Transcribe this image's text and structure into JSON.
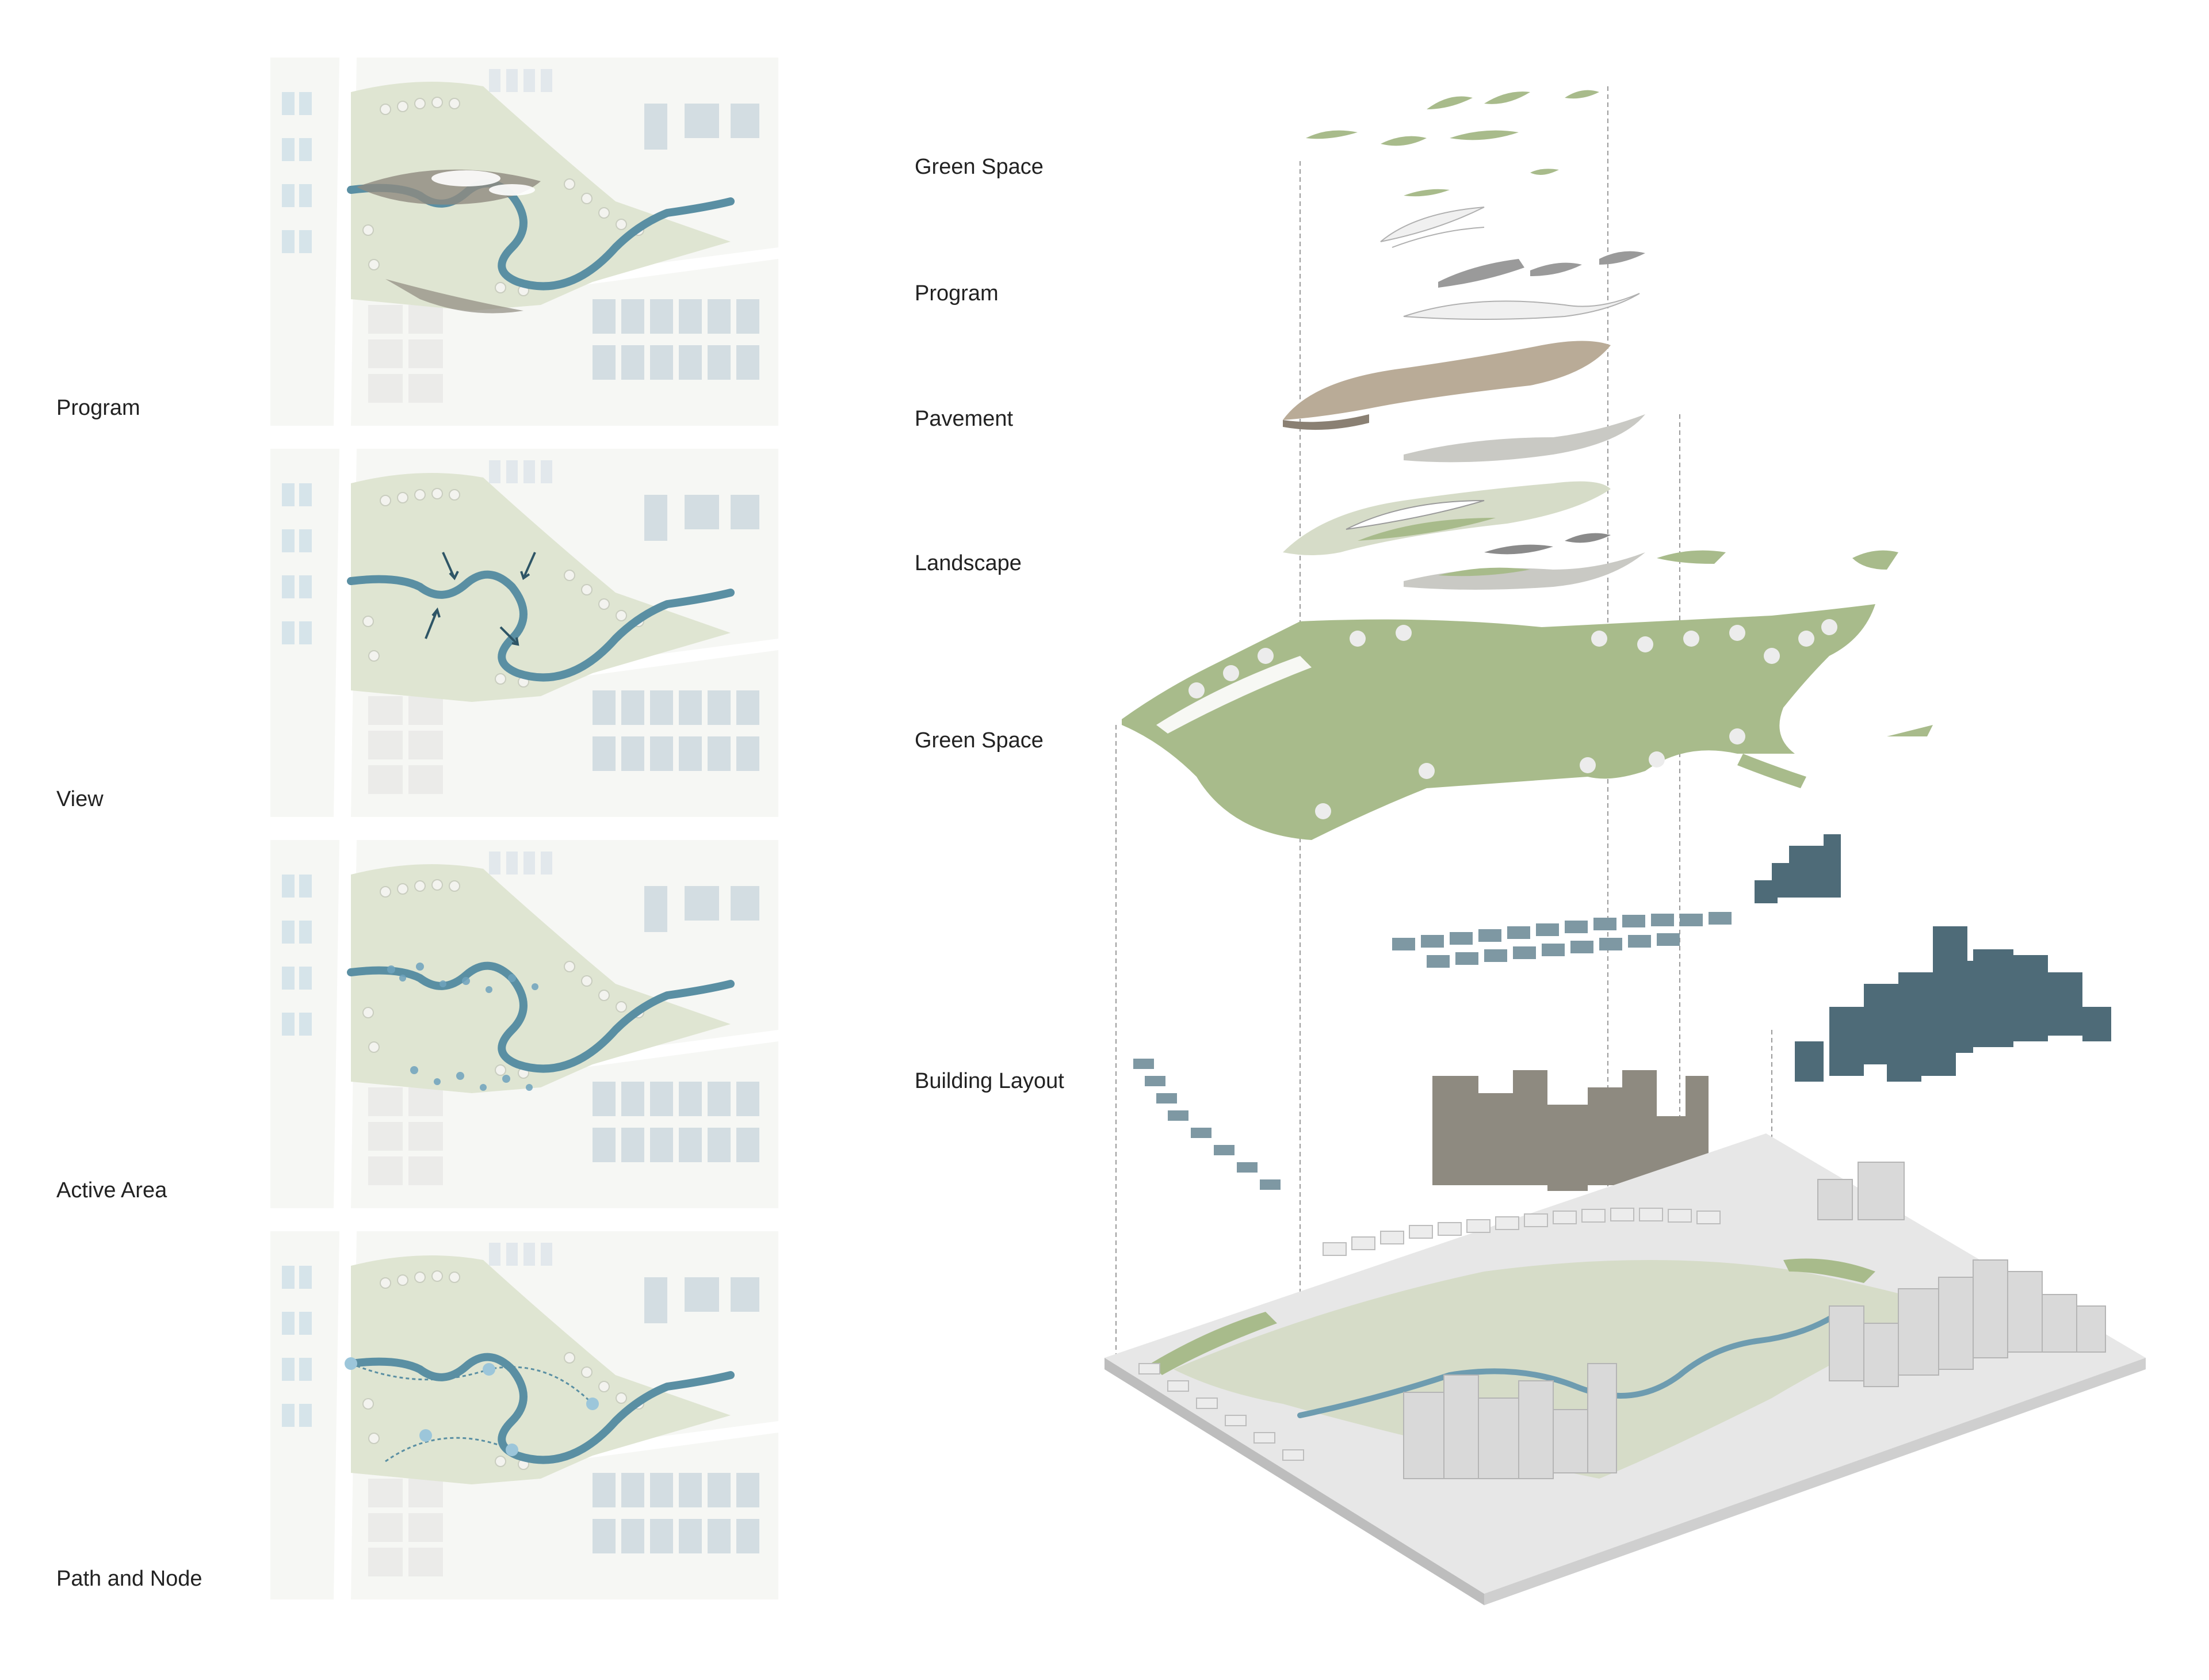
{
  "colors": {
    "green": "#a8bb8b",
    "pale_green": "#dfe5d2",
    "river": "#5a8fa3",
    "building_blue": "#4e6b78",
    "building_khaki": "#8e8a80",
    "building_grey": "#d9d9d9",
    "pavement": "#b9ab97",
    "base": "#e7e7e7"
  },
  "left_panels": [
    {
      "label": "Program",
      "overlay": "program-zones"
    },
    {
      "label": "View",
      "overlay": "view-arrows"
    },
    {
      "label": "Active Area",
      "overlay": "active-dots"
    },
    {
      "label": "Path and Node",
      "overlay": "path-nodes"
    }
  ],
  "layers": [
    {
      "label": "Green Space"
    },
    {
      "label": "Program"
    },
    {
      "label": "Pavement"
    },
    {
      "label": "Landscape"
    },
    {
      "label": "Green Space"
    },
    {
      "label": "Building Layout"
    }
  ]
}
